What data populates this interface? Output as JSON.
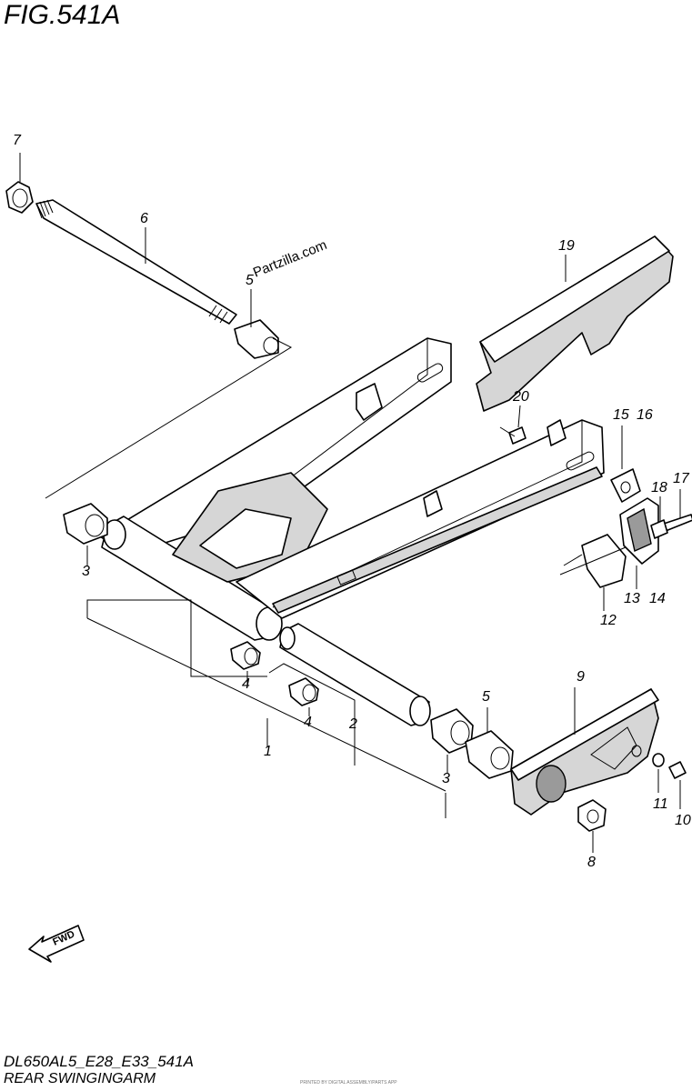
{
  "header": {
    "figure_title": "FIG.541A"
  },
  "footer": {
    "diagram_code": "DL650AL5_E28_E33_541A",
    "subtitle": "REAR SWINGINGARM",
    "print_info": "PRINTED BY DIGITAL ASSEMBLY/PARTS APP"
  },
  "watermark": "Partzilla.com",
  "fwd_label": "FWD",
  "callouts": {
    "c7": "7",
    "c6": "6",
    "c5a": "5",
    "c19": "19",
    "c20": "20",
    "c15": "15",
    "c16": "16",
    "c18": "18",
    "c17": "17",
    "c3a": "3",
    "c13": "13",
    "c14": "14",
    "c12": "12",
    "c9": "9",
    "c5b": "5",
    "c4a": "4",
    "c4b": "4",
    "c2": "2",
    "c1": "1",
    "c3b": "3",
    "c11": "11",
    "c10": "10",
    "c8": "8"
  }
}
